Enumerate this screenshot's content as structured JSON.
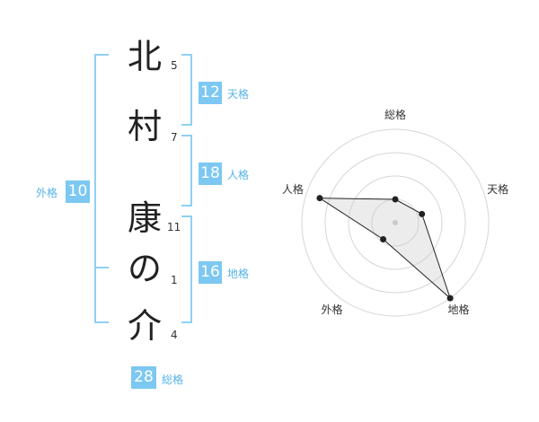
{
  "name_chars": [
    {
      "char": "北",
      "strokes": "5"
    },
    {
      "char": "村",
      "strokes": "7"
    },
    {
      "char": "康",
      "strokes": "11"
    },
    {
      "char": "の",
      "strokes": "1"
    },
    {
      "char": "介",
      "strokes": "4"
    }
  ],
  "fortunes": {
    "tenkaku": {
      "value": "12",
      "label": "天格"
    },
    "jinkaku": {
      "value": "18",
      "label": "人格"
    },
    "chikaku": {
      "value": "16",
      "label": "地格"
    },
    "gaikaku": {
      "value": "10",
      "label": "外格"
    },
    "soukaku": {
      "value": "28",
      "label": "総格"
    }
  },
  "chart_data": {
    "type": "radar",
    "axes": [
      "総格",
      "天格",
      "地格",
      "外格",
      "人格"
    ],
    "values": [
      0.25,
      0.3,
      1.0,
      0.22,
      0.85
    ],
    "rings": 4
  }
}
